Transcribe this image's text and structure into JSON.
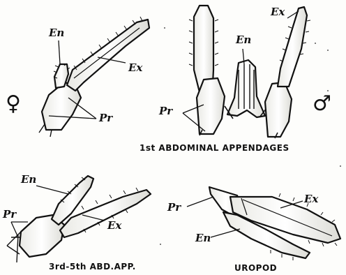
{
  "labels": {
    "en": "En",
    "ex": "Ex",
    "pr": "Pr"
  },
  "symbols": {
    "female": "♀",
    "male": "♂"
  },
  "captions": {
    "first_abdominal": "1st ABDOMINAL APPENDAGES",
    "third_fifth": "3rd-5th ABD.APP.",
    "uropod": "UROPOD"
  }
}
